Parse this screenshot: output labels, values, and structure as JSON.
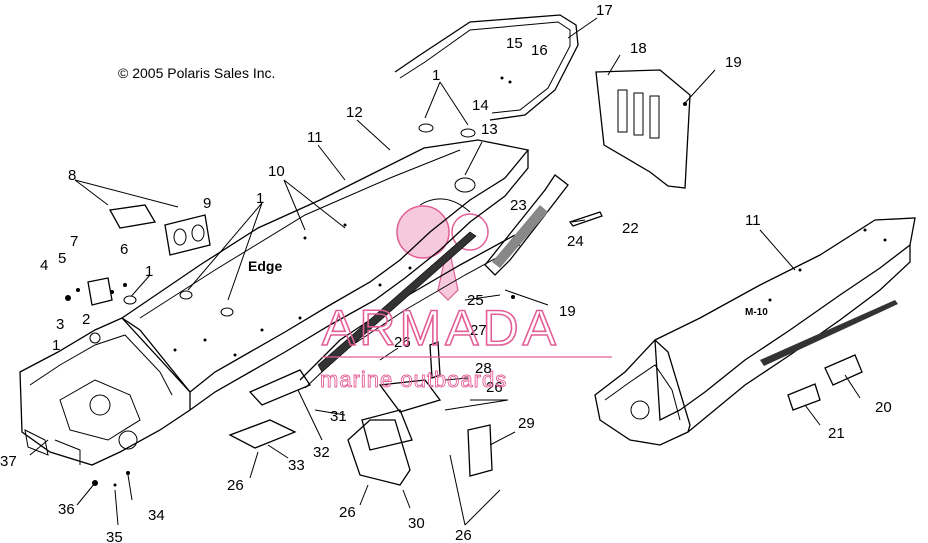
{
  "copyright": "© 2005 Polaris Sales Inc.",
  "model_label_left": "Edge",
  "model_label_right": "M-10",
  "watermark": {
    "brand": "ARMADA",
    "tagline": "marine outboards",
    "color": "#e35e97"
  },
  "callouts": {
    "c1a": "1",
    "c1b": "1",
    "c1c": "1",
    "c1d": "1",
    "c2": "2",
    "c3": "3",
    "c4": "4",
    "c5": "5",
    "c6": "6",
    "c7": "7",
    "c8": "8",
    "c9": "9",
    "c10": "10",
    "c11a": "11",
    "c11b": "11",
    "c12": "12",
    "c13": "13",
    "c14": "14",
    "c15": "15",
    "c16": "16",
    "c17": "17",
    "c18": "18",
    "c19a": "19",
    "c19b": "19",
    "c20": "20",
    "c21": "21",
    "c22": "22",
    "c23": "23",
    "c24": "24",
    "c25": "25",
    "c26a": "26",
    "c26b": "26",
    "c26c": "26",
    "c26d": "26",
    "c26e": "26",
    "c27": "27",
    "c28": "28",
    "c29": "29",
    "c30": "30",
    "c31": "31",
    "c32": "32",
    "c33": "33",
    "c34": "34",
    "c35": "35",
    "c36": "36",
    "c37": "37"
  }
}
